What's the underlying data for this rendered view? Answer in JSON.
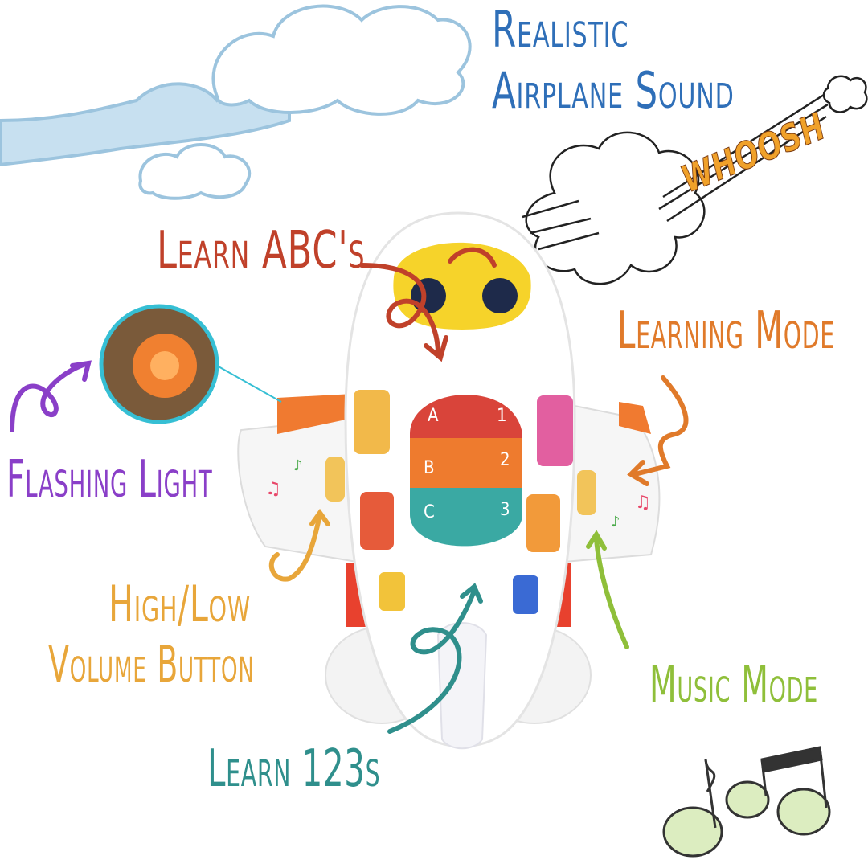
{
  "headline": {
    "line1": "Realistic",
    "line2": "Airplane Sound",
    "color": "#2f6fb8"
  },
  "sound_effect": {
    "text": "WHOOSH",
    "color": "#f0a12a"
  },
  "callouts": {
    "learn_abc": {
      "text": "Learn ABC's",
      "color": "#c0412a"
    },
    "learning_mode": {
      "text": "Learning Mode",
      "color": "#e07a2a"
    },
    "flashing_light": {
      "text": "Flashing Light",
      "color": "#8a3fc8"
    },
    "volume": {
      "line1": "High/Low",
      "line2": "Volume Button",
      "color": "#e8a63a"
    },
    "music_mode": {
      "text": "Music Mode",
      "color": "#8fbf3a"
    },
    "learn_123": {
      "text": "Learn 123s",
      "color": "#2f8f8c"
    }
  },
  "toy_buttons": [
    {
      "letter": "A",
      "number": "1",
      "color": "#d9443a"
    },
    {
      "letter": "B",
      "number": "2",
      "color": "#ee7b2e"
    },
    {
      "letter": "C",
      "number": "3",
      "color": "#3aa9a3"
    }
  ],
  "icons": [
    "cloud-icon",
    "smoke-puff-icon",
    "music-note-icon",
    "curly-arrow-icon",
    "airplane-toy-icon",
    "flashing-light-icon"
  ]
}
